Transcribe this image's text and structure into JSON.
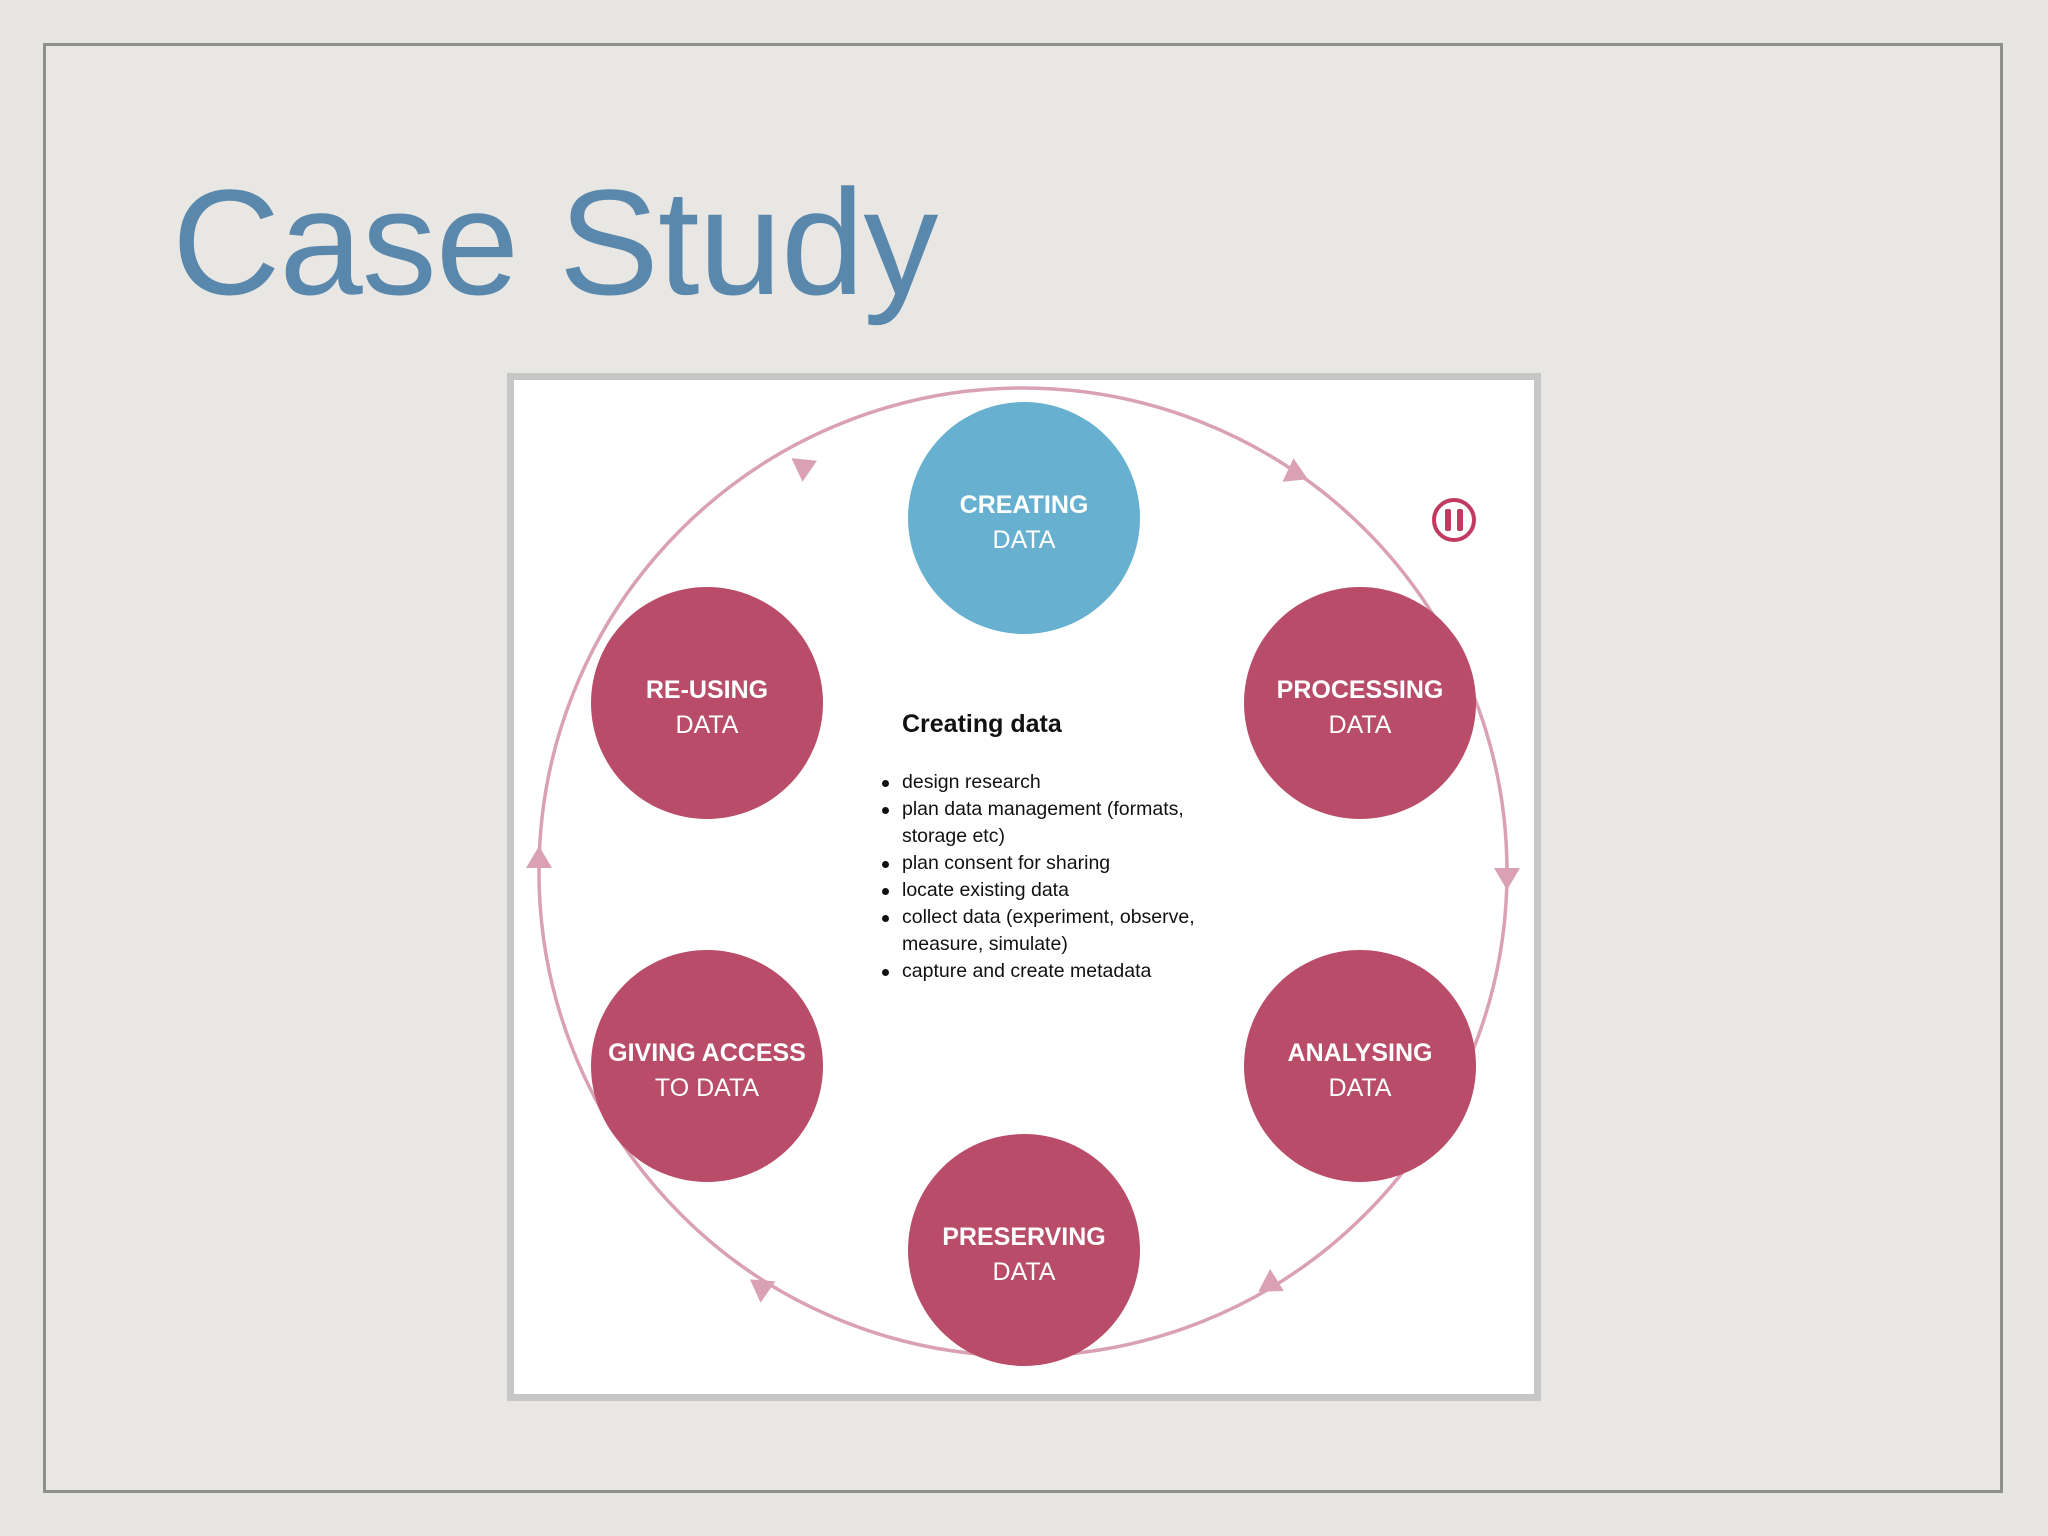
{
  "slide": {
    "title": "Case Study"
  },
  "colors": {
    "title": "#5a88ad",
    "stage_active": "#67b0cf",
    "stage_inactive": "#b84c69",
    "cycle_ring": "#d9a1b3",
    "pause_icon": "#c23a62"
  },
  "diagram": {
    "stages": [
      {
        "id": "creating",
        "line1": "CREATING",
        "line2": "DATA",
        "active": true
      },
      {
        "id": "processing",
        "line1": "PROCESSING",
        "line2": "DATA",
        "active": false
      },
      {
        "id": "analysing",
        "line1": "ANALYSING",
        "line2": "DATA",
        "active": false
      },
      {
        "id": "preserving",
        "line1": "PRESERVING",
        "line2": "DATA",
        "active": false
      },
      {
        "id": "giving-access",
        "line1": "GIVING ACCESS",
        "line2": "TO DATA",
        "active": false
      },
      {
        "id": "re-using",
        "line1": "RE-USING",
        "line2": "DATA",
        "active": false
      }
    ],
    "pause_icon": "pause-circle-icon",
    "info": {
      "title": "Creating data",
      "items": [
        "design research",
        "plan data management (formats, storage etc)",
        "plan consent for sharing",
        "locate existing data",
        "collect data (experiment, observe, measure, simulate)",
        "capture and create metadata"
      ]
    }
  }
}
